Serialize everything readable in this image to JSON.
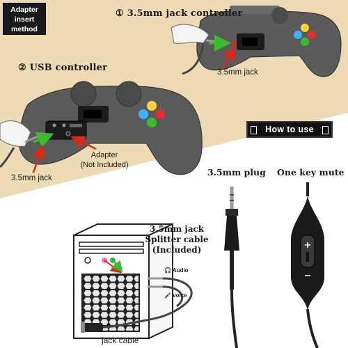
{
  "badge": {
    "lines": [
      "Adapter",
      "insert",
      "method"
    ]
  },
  "step1": {
    "title": "① 3.5mm jack controller",
    "jack_label": "3.5mm jack"
  },
  "step2": {
    "title": "② USB controller",
    "jack_label": "3.5mm jack",
    "adapter_lines": [
      "Adapter",
      "(Not Included)"
    ]
  },
  "how_to_use": "How to use",
  "plug_label": "3.5mm plug",
  "mute_label": "One key mute",
  "splitter_lines": [
    "3.5mm jack",
    "Splitter cable",
    "(Included)"
  ],
  "audio_label": "Audio",
  "voice_label": "voice",
  "jack_cable_label": "jack cable",
  "colors": {
    "beige": "#eedbb5",
    "controller": "#585858",
    "arrow_red": "#d42a1e",
    "arrow_green": "#3dbb2e"
  }
}
